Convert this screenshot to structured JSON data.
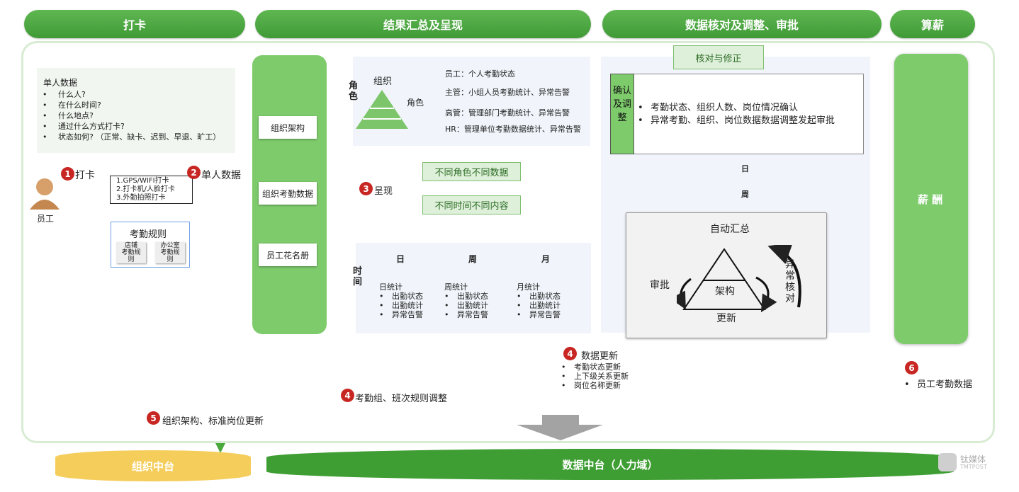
{
  "headers": [
    "打卡",
    "结果汇总及呈现",
    "数据核对及调整、审批",
    "算薪"
  ],
  "single": {
    "title": "单人数据",
    "items": [
      "什么人?",
      "在什么时间?",
      "什么地点?",
      "通过什么方式打卡?",
      "状态如何? （正常、缺卡、迟到、早退、旷工）"
    ]
  },
  "employee_label": "员工",
  "step1": {
    "num": "1",
    "label": "打卡"
  },
  "punch_methods": [
    "1.GPS/WIFI打卡",
    "2.打卡机/人脸打卡",
    "3.外勤拍照打卡"
  ],
  "step2": {
    "num": "2",
    "label": "单人数据"
  },
  "rules": {
    "title": "考勤规则",
    "store": "店铺\n考勤规\n则",
    "office": "办公室\n考勤规\n则"
  },
  "center_items": [
    "组织架构",
    "组织考勤数据",
    "员工花名册"
  ],
  "step3": {
    "num": "3",
    "label": "呈现"
  },
  "tag_role": "不同角色不同数据",
  "tag_time": "不同时间不同内容",
  "role": {
    "side_label": "角色",
    "org_label": "组织",
    "mid_label": "角色",
    "lines": [
      "员工：个人考勤状态",
      "主管：小组人员考勤统计、异常告警",
      "高管：管理部门考勤统计、异常告警",
      "HR：管理单位考勤数据统计、异常告警"
    ]
  },
  "time": {
    "side_label": "时间",
    "ticks": [
      "日",
      "周",
      "月"
    ],
    "groups": [
      {
        "title": "日统计",
        "items": [
          "出勤状态",
          "出勤统计",
          "异常告警"
        ]
      },
      {
        "title": "周统计",
        "items": [
          "出勤状态",
          "出勤统计",
          "异常告警"
        ]
      },
      {
        "title": "月统计",
        "items": [
          "出勤状态",
          "出勤统计",
          "异常告警"
        ]
      }
    ]
  },
  "verify": {
    "header": "核对与修正",
    "side": "确认及调整",
    "items": [
      "考勤状态、组织人数、岗位情况确认",
      "异常考勤、组织、岗位数据数据调整发起审批"
    ],
    "day": "日",
    "week": "周"
  },
  "auto": {
    "title": "自动汇总",
    "approve": "审批",
    "arch": "架构",
    "update": "更新",
    "anomaly": "异常核对"
  },
  "salary": "薪 酬",
  "step4a": {
    "num": "4",
    "title": "数据更新",
    "items": [
      "考勤状态更新",
      "上下级关系更新",
      "岗位名称更新"
    ]
  },
  "step4b": {
    "num": "4",
    "label": "考勤组、班次规则调整"
  },
  "step5": {
    "num": "5",
    "label": "组织架构、标准岗位更新"
  },
  "step6": {
    "num": "6",
    "item": "员工考勤数据"
  },
  "bottom": {
    "org": "组织中台",
    "data": "数据中台（人力域）"
  },
  "watermark": {
    "cn": "钛媒体",
    "en": "TMTPOST"
  }
}
